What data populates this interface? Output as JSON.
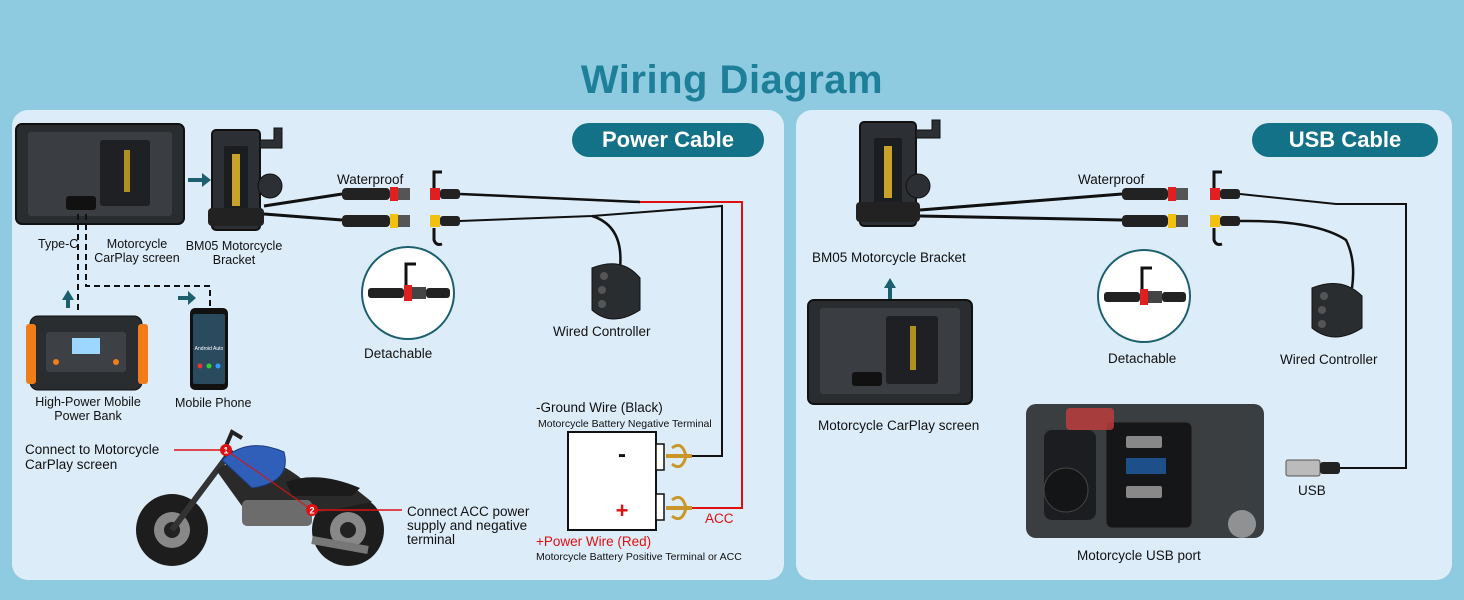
{
  "title": "Wiring Diagram",
  "colors": {
    "background": "#8ecbe0",
    "panel": "#dcecf8",
    "pill": "#137287",
    "title": "#1d7f98",
    "red_wire": "#e01010"
  },
  "left_panel": {
    "badge": "Power Cable",
    "labels": {
      "type_c": "Type-C",
      "screen_line1": "Motorcycle",
      "screen_line2": "CarPlay screen",
      "bracket_line1": "BM05 Motorcycle",
      "bracket_line2": "Bracket",
      "waterproof": "Waterproof",
      "detachable": "Detachable",
      "wired_controller": "Wired Controller",
      "power_bank_line1": "High-Power Mobile",
      "power_bank_line2": "Power Bank",
      "mobile_phone": "Mobile Phone",
      "connect_screen_line1": "Connect to Motorcycle",
      "connect_screen_line2": "CarPlay screen",
      "connect_acc_line1": "Connect ACC power",
      "connect_acc_line2": "supply and negative",
      "connect_acc_line3": "terminal",
      "ground_wire": "-Ground Wire (Black)",
      "negative_terminal": "Motorcycle Battery Negative Terminal",
      "power_wire": "+Power Wire (Red)",
      "positive_terminal": "Motorcycle Battery Positive Terminal or ACC",
      "acc": "ACC",
      "minus": "-",
      "plus": "+",
      "marker1": "1",
      "marker2": "2",
      "phone_screen_text": "Android Auto"
    }
  },
  "right_panel": {
    "badge": "USB Cable",
    "labels": {
      "waterproof": "Waterproof",
      "bracket": "BM05 Motorcycle Bracket",
      "screen": "Motorcycle CarPlay screen",
      "detachable": "Detachable",
      "wired_controller": "Wired Controller",
      "usb_port": "Motorcycle USB port",
      "usb": "USB"
    }
  }
}
